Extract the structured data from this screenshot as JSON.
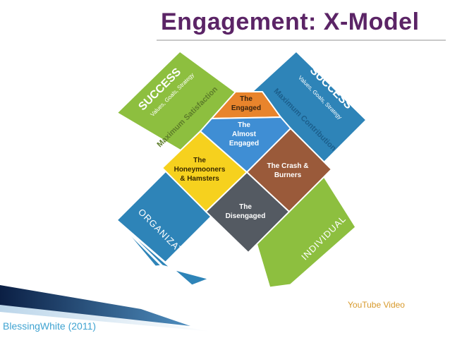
{
  "title": "Engagement: X-Model",
  "colors": {
    "title": "#5b2466",
    "green": "#8dbf3f",
    "blue": "#2e84b8",
    "orange": "#e8842c",
    "light_blue": "#3f8ed4",
    "yellow": "#f6d11e",
    "brown": "#9a5a3a",
    "gray": "#545a62",
    "link": "#d7992b",
    "citation": "#3fa3d1"
  },
  "panels": {
    "success_left": {
      "heading": "SUCCESS",
      "sub": "Values, Goals, Strategy"
    },
    "success_right": {
      "heading": "SUCCESS",
      "sub": "Values, Goals, Strategy"
    },
    "organization": "ORGANIZATION",
    "individual": "INDIVIDUAL",
    "max_satisfaction": "Maximum Satisfaction",
    "max_contribution": "Maximum Contribution"
  },
  "segments": {
    "engaged": [
      "The",
      "Engaged"
    ],
    "almost_engaged": [
      "The",
      "Almost",
      "Engaged"
    ],
    "honeymooners": [
      "The",
      "Honeymooners",
      "& Hamsters"
    ],
    "crash_burners": [
      "The Crash &",
      "Burners"
    ],
    "disengaged": [
      "The",
      "Disengaged"
    ]
  },
  "link_text": "YouTube Video",
  "citation": "BlessingWhite (2011)"
}
